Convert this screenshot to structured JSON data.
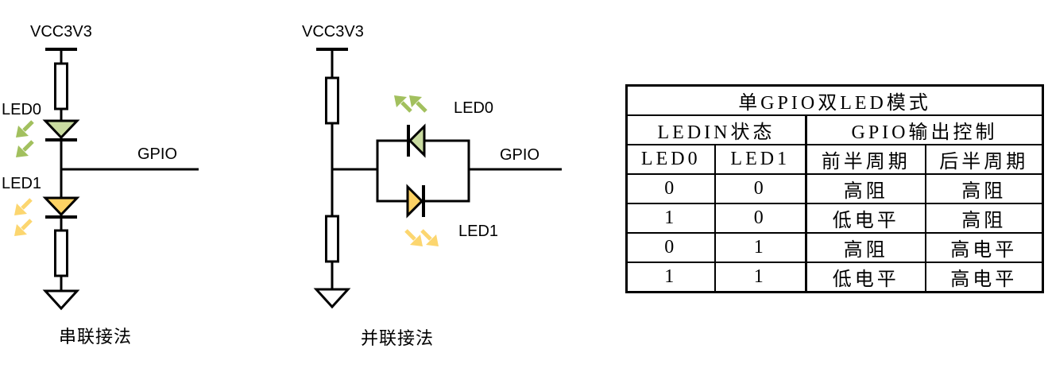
{
  "colors": {
    "wire": "#000000",
    "led0_fill": "#c9dba0",
    "led0_arrow": "#a2c05e",
    "led1_fill": "#fdd264",
    "led1_arrow": "#fcd66f"
  },
  "series_circuit": {
    "power_label": "VCC3V3",
    "led0_label": "LED0",
    "led1_label": "LED1",
    "gpio_label": "GPIO",
    "caption": "串联接法"
  },
  "parallel_circuit": {
    "power_label": "VCC3V3",
    "led0_label": "LED0",
    "led1_label": "LED1",
    "gpio_label": "GPIO",
    "caption": "并联接法"
  },
  "table": {
    "title": "单GPIO双LED模式",
    "group_headers": [
      "LEDIN状态",
      "GPIO输出控制"
    ],
    "col_headers": [
      "LED0",
      "LED1",
      "前半周期",
      "后半周期"
    ],
    "rows": [
      [
        "0",
        "0",
        "高阻",
        "高阻"
      ],
      [
        "1",
        "0",
        "低电平",
        "高阻"
      ],
      [
        "0",
        "1",
        "高阻",
        "高电平"
      ],
      [
        "1",
        "1",
        "低电平",
        "高电平"
      ]
    ]
  }
}
